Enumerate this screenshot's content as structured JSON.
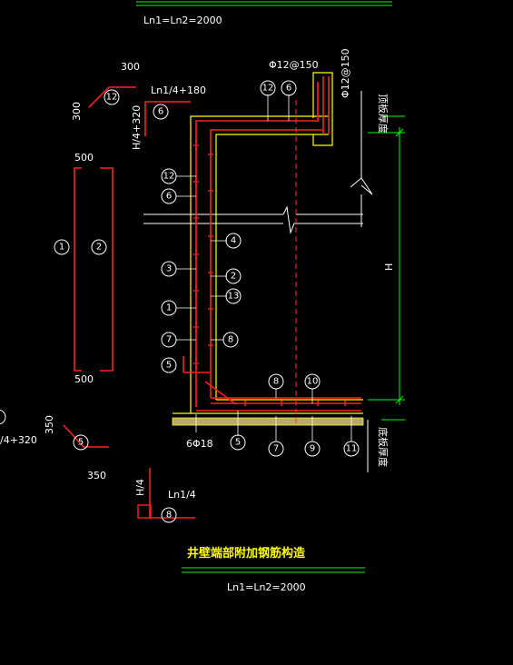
{
  "header": {
    "span_note": "Ln1=Ln2=2000"
  },
  "footer": {
    "title": "井壁端部附加钢筋构造",
    "span_note": "Ln1=Ln2=2000"
  },
  "labels": {
    "dim_300_top": "300",
    "dim_300_side": "300",
    "dim_ln14_180": "Ln1/4+180",
    "dim_h4_320": "H/4+320",
    "dim_500_top": "500",
    "dim_500_bot": "500",
    "dim_350_side": "350",
    "dim_350_bot": "350",
    "dim_ln14_320_cut": "/4+320",
    "dim_h4": "H/4",
    "dim_ln14": "Ln1/4",
    "rebar_top_a": "Φ12@150",
    "rebar_top_b": "Φ12@150",
    "rebar_bottom": "6Φ18",
    "dim_h": "H",
    "top_slab": "顶板厚度",
    "bottom_slab": "底板厚度"
  },
  "markers": {
    "m12_a": "12",
    "m6_a": "6",
    "m12_top": "12",
    "m6_top": "6",
    "m1_bar": "1",
    "m2_bar": "2",
    "m12_wall": "12",
    "m6_wall": "6",
    "m4": "4",
    "m3": "3",
    "m2": "2",
    "m13": "13",
    "m1": "1",
    "m7": "7",
    "m8_wall": "8",
    "m5_wall": "5",
    "m8_bot": "8",
    "m10": "10",
    "m5_bot": "5",
    "m7_bot": "7",
    "m9": "9",
    "m11": "11",
    "m5_bar": "5",
    "m8_bar": "8",
    "m_cut": ""
  },
  "colors": {
    "background": "#000000",
    "dimension": "#00ff00",
    "concrete": "#ffff00",
    "rebar": "#ff2020",
    "axis": "#ff3030",
    "leader": "#ffffff",
    "title": "#ffff00"
  }
}
